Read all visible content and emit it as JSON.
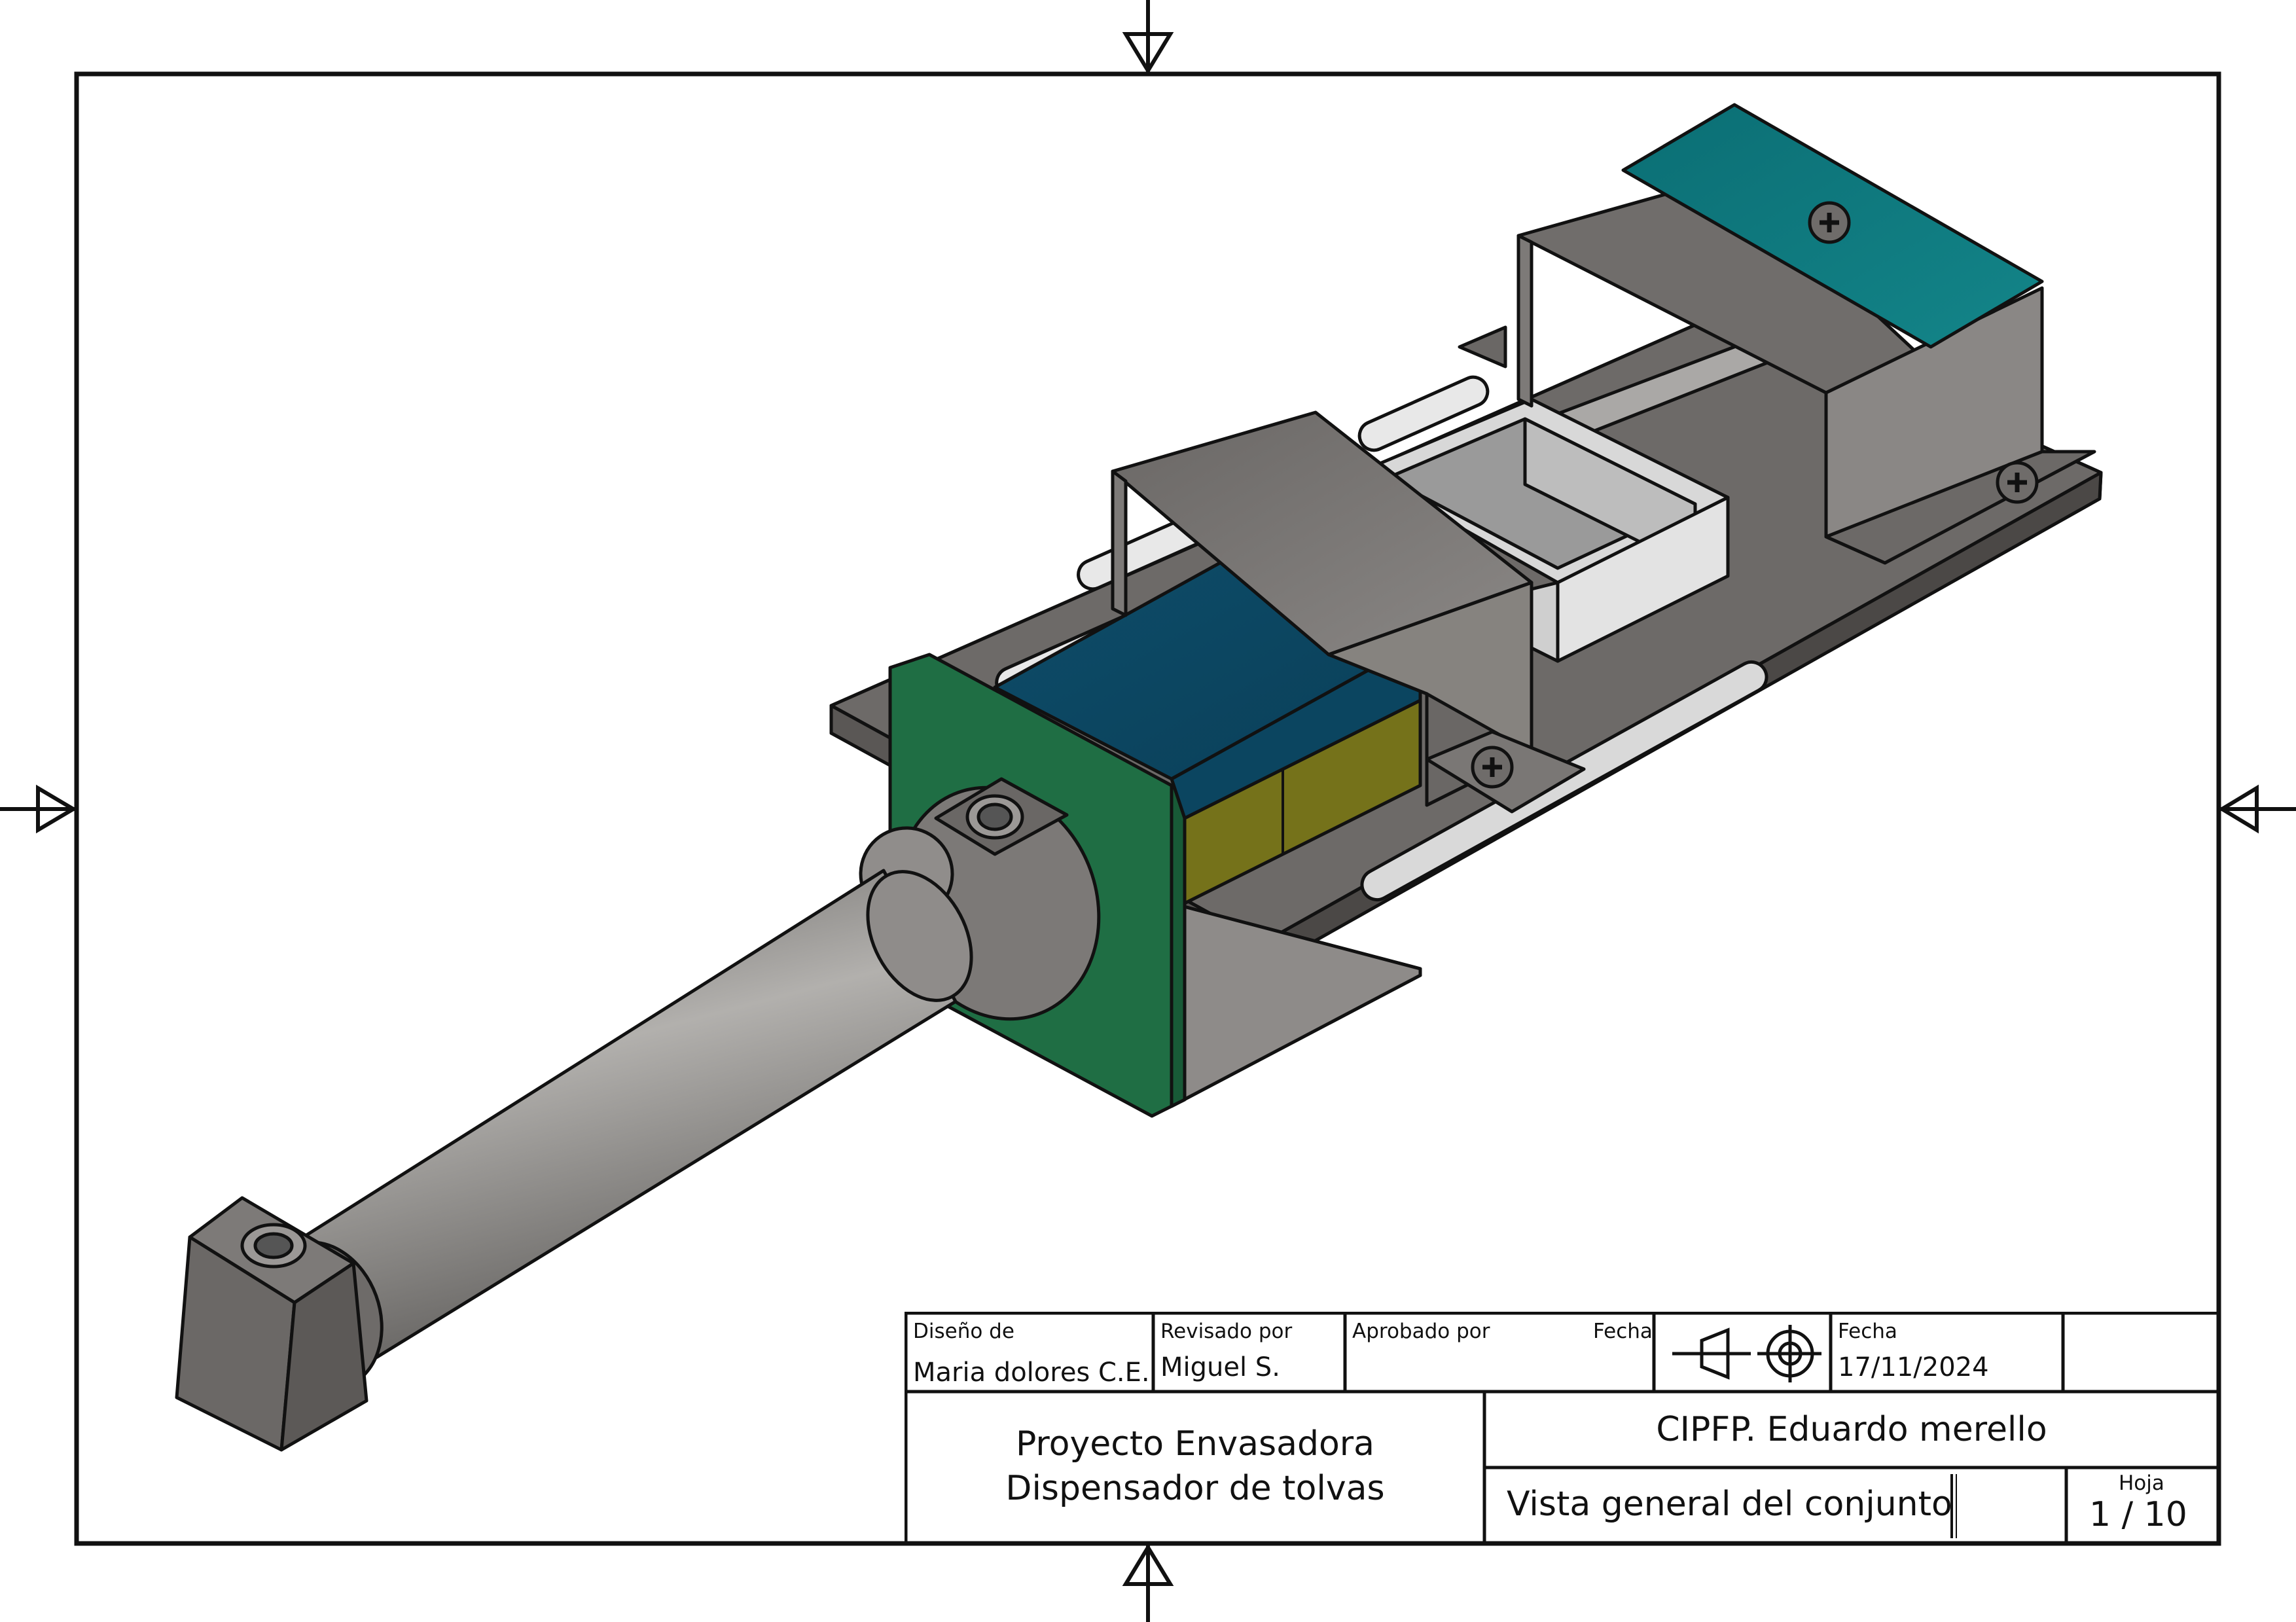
{
  "title_block": {
    "designer_label": "Diseño de",
    "designer_value": "Maria dolores C.E.",
    "reviewer_label": "Revisado por",
    "reviewer_value": "Miguel S.",
    "approver_label": "Aprobado por",
    "approver_date_label": "Fecha",
    "date_label": "Fecha",
    "date_value": "17/11/2024",
    "project_line1": "Proyecto Envasadora",
    "project_line2": "Dispensador de tolvas",
    "institution": "CIPFP. Eduardo merello",
    "view_title": "Vista general del conjunto",
    "sheet_label": "Hoja",
    "sheet_value": "1 / 10",
    "projection_symbol": "first-angle-projection-icon"
  },
  "colors": {
    "frame": "#111111",
    "base_plate": "#6b6866",
    "bracket": "#7a7775",
    "teal_plate": "#0f7a7e",
    "blue_block": "#0e4f6b",
    "green_plate": "#1f6e44",
    "olive_block": "#75721a",
    "hopper": "#c9c9c9",
    "cylinder": "#8c8a88"
  }
}
